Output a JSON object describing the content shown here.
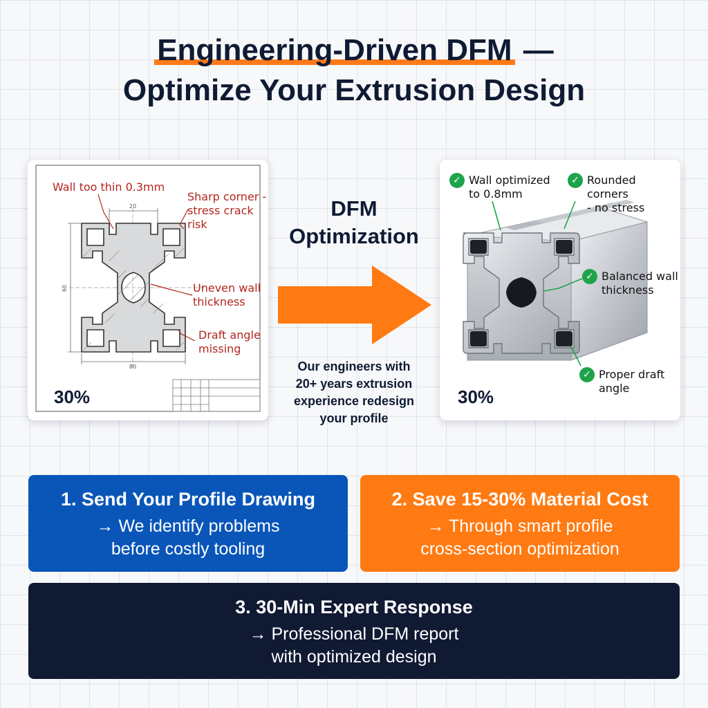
{
  "title": {
    "line1_highlight": "Engineering-Driven DFM",
    "line1_rest": " —",
    "line2": "Optimize Your Extrusion Design"
  },
  "before_card": {
    "annotations": [
      "Wall too thin 0.3mm",
      "Sharp corner -",
      "stress crack risk",
      "Uneven wall",
      "thickness",
      "Draft angle",
      "missing"
    ],
    "dim_top": "20",
    "dim_bottom": "80",
    "dim_side": "60",
    "percent": "30%",
    "annotation_color": "#b3261e"
  },
  "middle": {
    "heading_line1": "DFM",
    "heading_line2": "Optimization",
    "arrow_color": "#ff7a12",
    "desc_lines": [
      "Our engineers with",
      "20+ years extrusion",
      "experience redesign",
      "your profile"
    ]
  },
  "after_card": {
    "annotations": [
      {
        "line1": "Wall optimized",
        "line2": "to 0.8mm"
      },
      {
        "line1": "Rounded corners",
        "line2": "- no stress"
      },
      {
        "line1": "Balanced wall",
        "line2": "thickness"
      },
      {
        "line1": "Proper draft",
        "line2": "angle"
      }
    ],
    "check_icon": "check-circle-icon",
    "check_color": "#1fa34a",
    "percent": "30%"
  },
  "steps": [
    {
      "heading": "1. Send Your Profile Drawing",
      "lines": [
        "→ We identify problems",
        "before costly tooling"
      ],
      "color": "#0a56b8"
    },
    {
      "heading": "2. Save 15-30% Material Cost",
      "lines": [
        "→ Through smart profile",
        "cross-section optimization"
      ],
      "color": "#ff7a12"
    },
    {
      "heading": "3. 30-Min Expert Response",
      "lines": [
        "→ Professional DFM report",
        "with optimized design"
      ],
      "color": "#111a33"
    }
  ]
}
